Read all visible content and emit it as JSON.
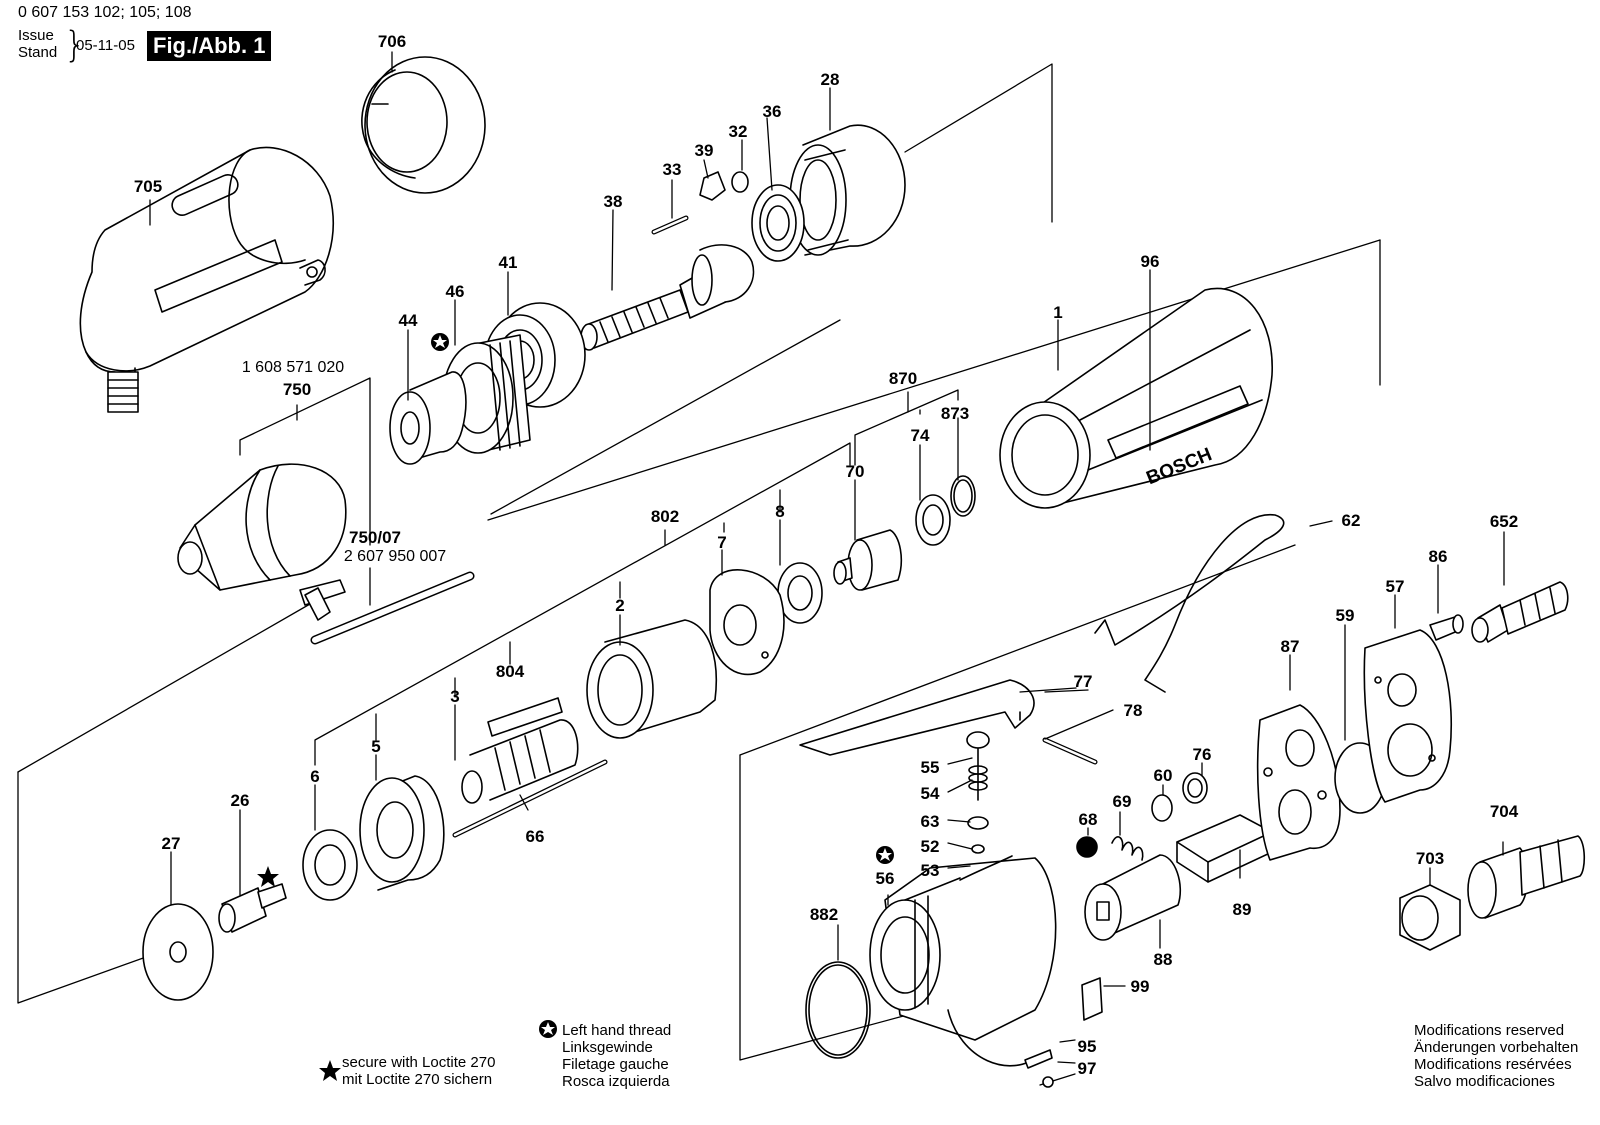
{
  "header": {
    "doc_number": "0 607 153 102; 105; 108",
    "issue_label": "Issue",
    "stand_label": "Stand",
    "date": "05-11-05",
    "figure": "Fig./Abb. 1"
  },
  "brand_label": "BOSCH",
  "callouts": {
    "c1": "1",
    "c2": "2",
    "c3": "3",
    "c5": "5",
    "c6": "6",
    "c7": "7",
    "c8": "8",
    "c26": "26",
    "c27": "27",
    "c28": "28",
    "c32": "32",
    "c33": "33",
    "c36": "36",
    "c38": "38",
    "c39": "39",
    "c41": "41",
    "c44": "44",
    "c46": "46",
    "c52": "52",
    "c53": "53",
    "c54": "54",
    "c55": "55",
    "c56": "56",
    "c57": "57",
    "c59": "59",
    "c60": "60",
    "c62": "62",
    "c63": "63",
    "c66": "66",
    "c68": "68",
    "c69": "69",
    "c70": "70",
    "c74": "74",
    "c76": "76",
    "c77": "77",
    "c78": "78",
    "c86": "86",
    "c87": "87",
    "c88": "88",
    "c89": "89",
    "c95": "95",
    "c96": "96",
    "c97": "97",
    "c99": "99",
    "c652": "652",
    "c703": "703",
    "c704": "704",
    "c705": "705",
    "c706": "706",
    "c750": "750",
    "c750_07": "750/07",
    "c802": "802",
    "c804": "804",
    "c870": "870",
    "c873": "873",
    "c882": "882",
    "pn_750": "1 608 571 020",
    "pn_750_07": "2 607 950 007"
  },
  "legend": {
    "thread": [
      "Left hand thread",
      "Linksgewinde",
      "Filetage gauche",
      "Rosca izquierda"
    ],
    "loctite": [
      "secure with Loctite 270",
      "mit Loctite 270 sichern"
    ],
    "modifications": [
      "Modifications reserved",
      "Änderungen vorbehalten",
      "Modifications resérvées",
      "Salvo modificaciones"
    ]
  }
}
